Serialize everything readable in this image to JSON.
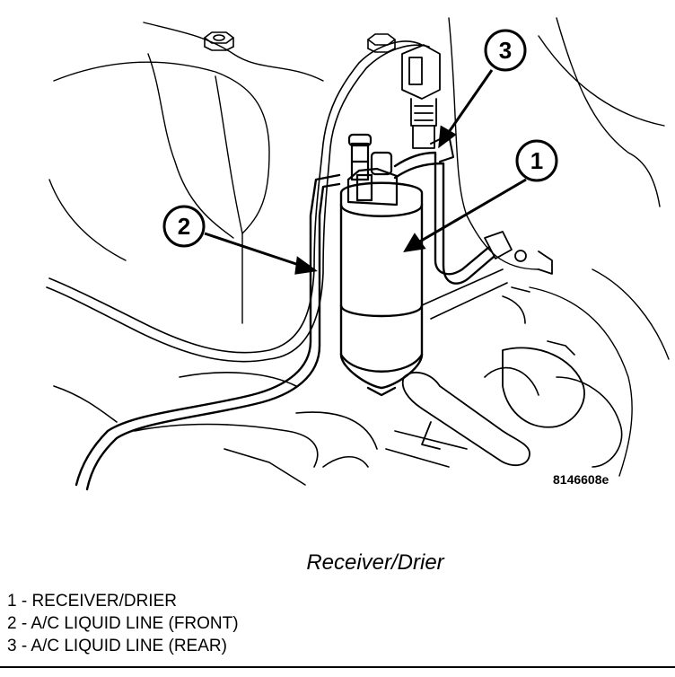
{
  "figure": {
    "code": "8146608e",
    "callouts": [
      {
        "number": "1"
      },
      {
        "number": "2"
      },
      {
        "number": "3"
      }
    ]
  },
  "caption": "Receiver/Drier",
  "legend": [
    "1 - RECEIVER/DRIER",
    "2 - A/C LIQUID LINE (FRONT)",
    "3 - A/C LIQUID LINE (REAR)"
  ]
}
